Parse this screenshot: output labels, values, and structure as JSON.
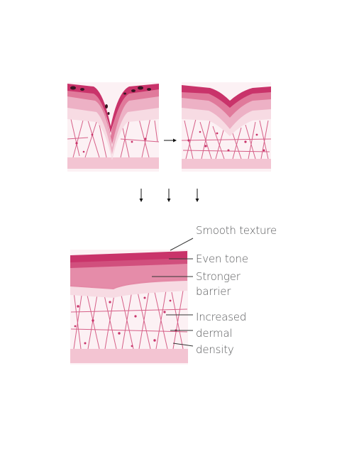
{
  "labels": {
    "smooth_texture": "Smooth texture",
    "even_tone": "Even tone",
    "stronger_barrier_line1": "Stronger",
    "stronger_barrier_line2": "barrier",
    "dermal_line1": "Increased",
    "dermal_line2": "dermal",
    "dermal_line3": "density"
  },
  "colors": {
    "epidermis_top": "#c9336a",
    "epidermis": "#e07a9b",
    "epidermis_light": "#edb1c5",
    "barrier_band": "#f7dbe3",
    "dermis_bg": "#fcf1f4",
    "fiber": "#d66088",
    "subcutis": "#f3c4d2",
    "pigment": "#3a1624",
    "label_text": "#58595b",
    "leader_line": "#333333",
    "arrow": "#111111"
  },
  "icons": {
    "right_arrow": "arrow-right-icon",
    "down_arrows": "arrow-down-icon"
  }
}
